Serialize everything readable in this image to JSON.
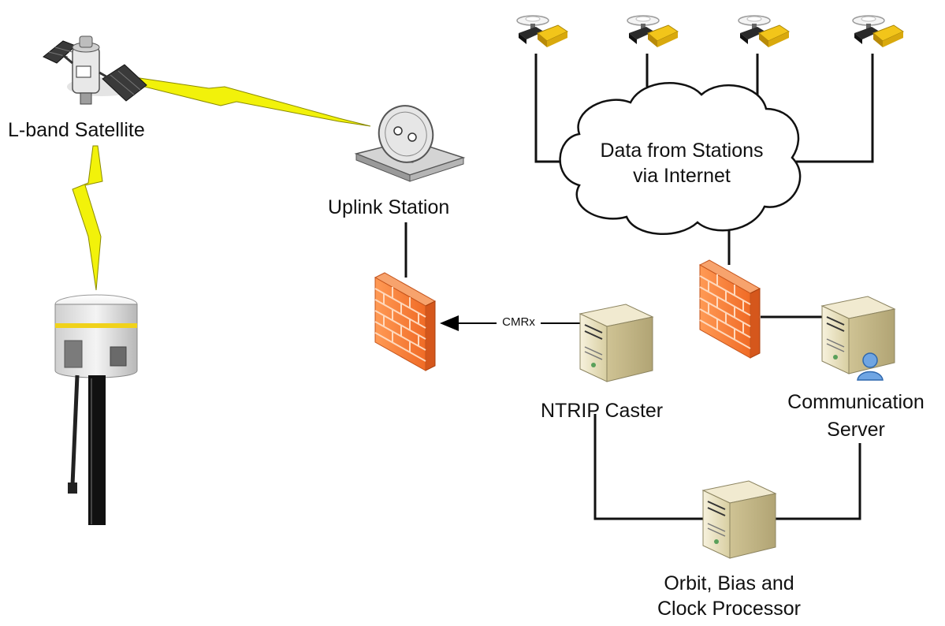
{
  "labels": {
    "satellite": "L-band Satellite",
    "uplink": "Uplink Station",
    "cloud_line1": "Data from Stations",
    "cloud_line2": "via Internet",
    "cmrx": "CMRx",
    "ntrip": "NTRIP Caster",
    "comm_line1": "Communication",
    "comm_line2": "Server",
    "orbit_line1": "Orbit, Bias and",
    "orbit_line2": "Clock Processor"
  },
  "icons": {
    "satellite": "satellite-icon",
    "dish": "satellite-dish-icon",
    "firewall": "firewall-icon",
    "server": "server-tower-icon",
    "user": "user-icon",
    "receiver": "gnss-receiver-icon",
    "station": "reference-station-icon",
    "cloud": "cloud-icon",
    "link": "lightning-bolt-link-icon"
  },
  "colors": {
    "bolt": "#f2f20a",
    "firewall": "#f27a35",
    "server": "#ece4c0",
    "station_yellow": "#f0c419"
  }
}
